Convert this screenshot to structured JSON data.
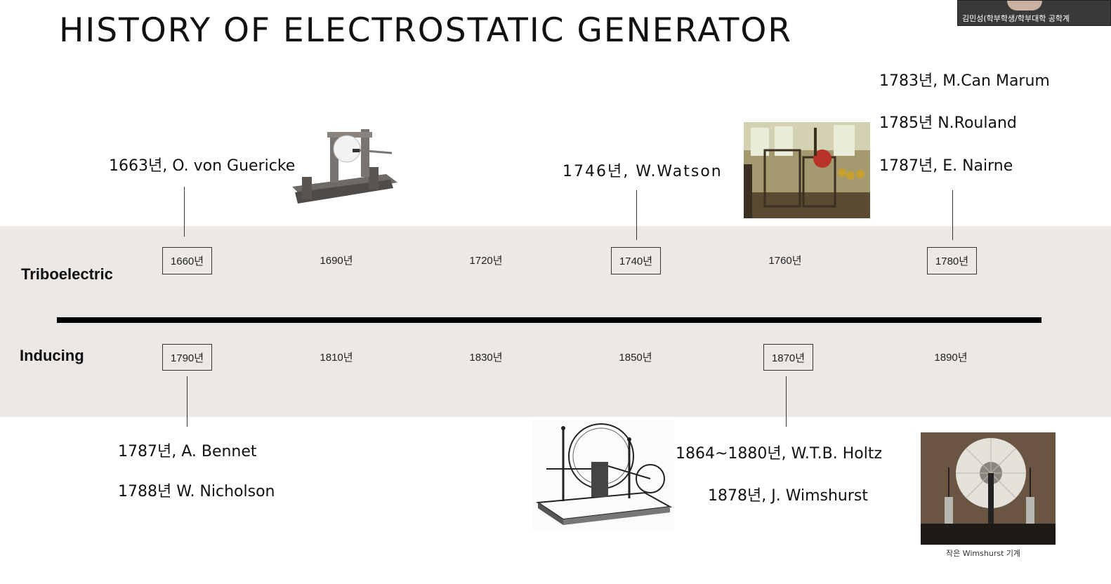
{
  "slide": {
    "title": "HISTORY OF ELECTROSTATIC GENERATOR"
  },
  "rows": {
    "top_label": "Triboelectric",
    "bottom_label": "Inducing"
  },
  "timeline": {
    "top_years": [
      "1660년",
      "1690년",
      "1720년",
      "1740년",
      "1760년",
      "1780년"
    ],
    "bottom_years": [
      "1790년",
      "1810년",
      "1830년",
      "1850년",
      "1870년",
      "1890년"
    ]
  },
  "events": {
    "guericke": "1663년, O. von Guericke",
    "watson": "1746년,  W.Watson",
    "marum": "1783년, M.Can Marum",
    "rouland": "1785년 N.Rouland",
    "nairne": "1787년, E. Nairne",
    "bennet": "1787년, A. Bennet",
    "nicholson": "1788년 W. Nicholson",
    "holtz": "1864~1880년,  W.T.B. Holtz",
    "wimshurst": "1878년, J. Wimshurst"
  },
  "images": {
    "wimshurst_caption": "작은 Wimshurst 기계"
  },
  "participant": {
    "name": "김민성(학부학생/학부대학 공학계"
  }
}
